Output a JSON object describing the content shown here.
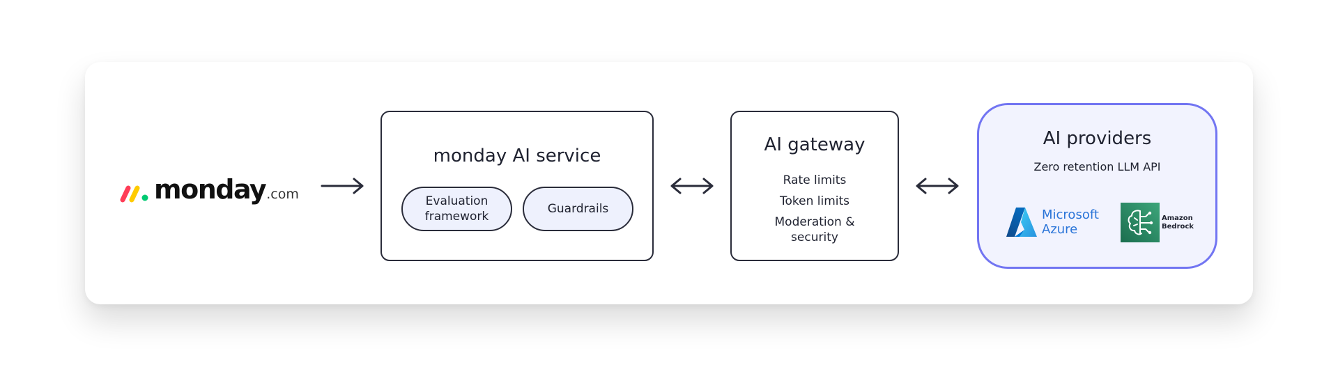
{
  "logo": {
    "word": "monday",
    "suffix": ".com",
    "mark_colors": [
      "#ff3d57",
      "#ffcb00",
      "#00ca72"
    ]
  },
  "ai_service": {
    "title": "monday AI service",
    "pills": [
      {
        "label": "Evaluation\nframework"
      },
      {
        "label": "Guardrails"
      }
    ]
  },
  "gateway": {
    "title": "AI gateway",
    "items": [
      "Rate limits",
      "Token limits",
      "Moderation &\nsecurity"
    ]
  },
  "providers": {
    "title": "AI providers",
    "subtitle": "Zero retention LLM API",
    "azure_label": "Microsoft\nAzure",
    "bedrock_label": "Amazon\nBedrock",
    "accent_color": "#7275f2",
    "background_color": "#f2f3fe"
  },
  "connectors": [
    {
      "from": "monday.com",
      "to": "monday AI service",
      "direction": "one-way"
    },
    {
      "from": "monday AI service",
      "to": "AI gateway",
      "direction": "two-way"
    },
    {
      "from": "AI gateway",
      "to": "AI providers",
      "direction": "two-way"
    }
  ]
}
